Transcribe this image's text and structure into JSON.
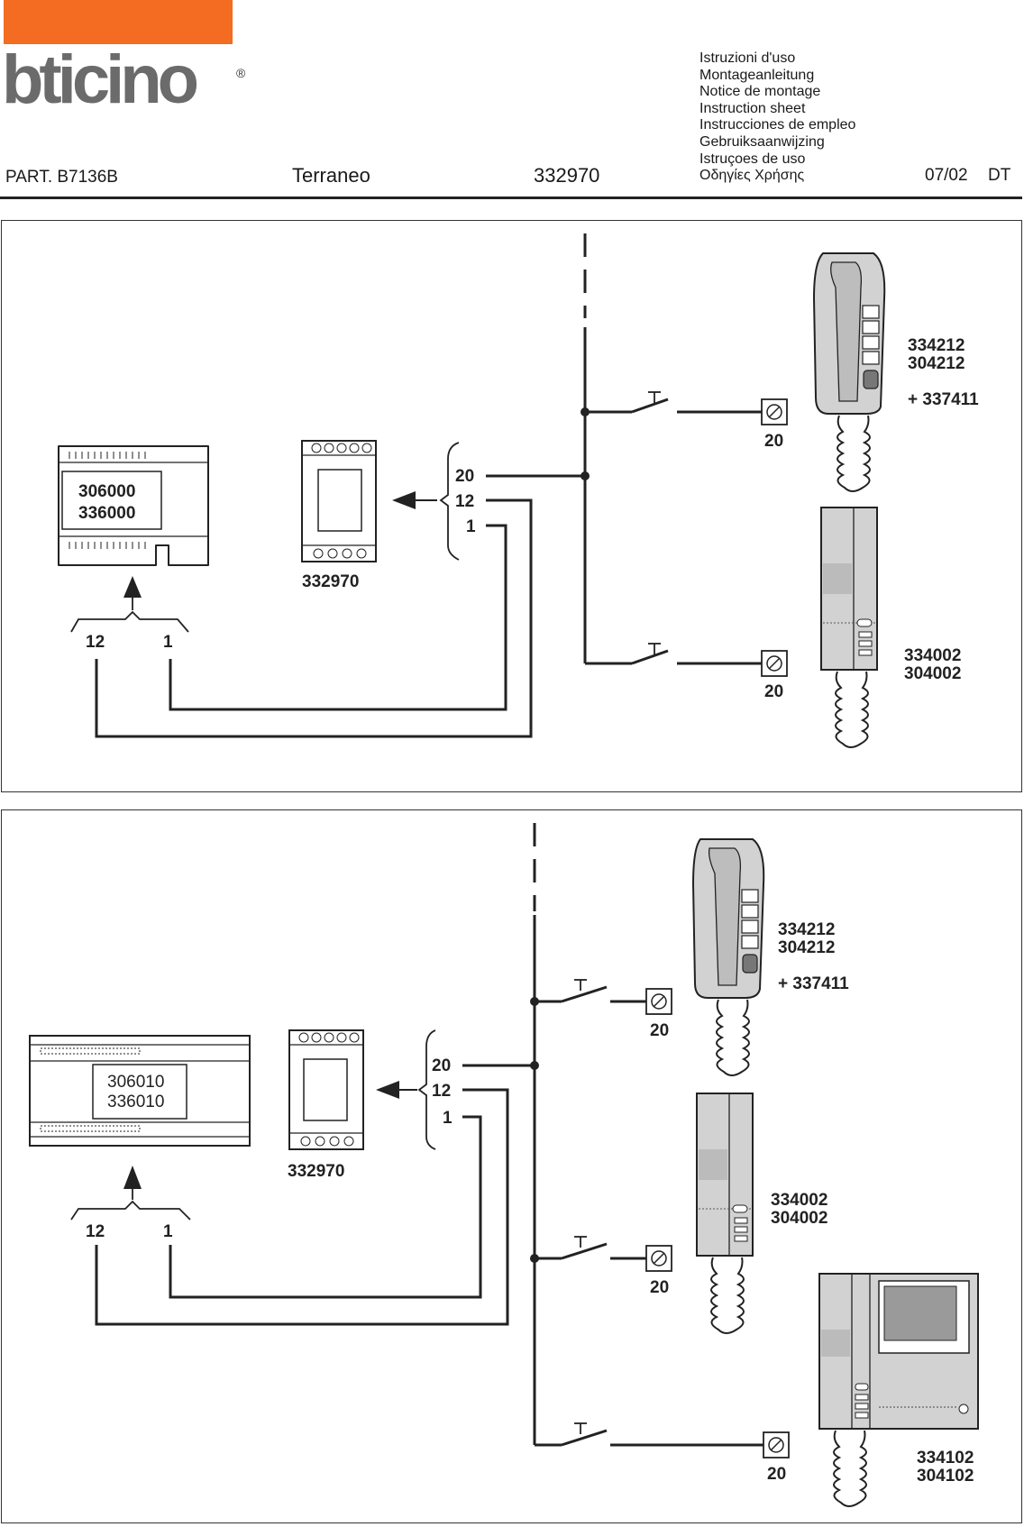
{
  "brand": {
    "name": "bticino",
    "registered": "®",
    "accent": "#f36c21",
    "logo_gray": "#6b6b6b"
  },
  "languages": [
    "Istruzioni d'uso",
    "Montageanleitung",
    "Notice de montage",
    "Instruction sheet",
    "Instrucciones de empleo",
    "Gebruiksaanwijzing",
    "Istruçoes de uso",
    "Οδηγίες Χρήσης"
  ],
  "header": {
    "part": "PART. B7136B",
    "product_name": "Terraneo",
    "product_code": "332970",
    "date": "07/02",
    "dept": "DT"
  },
  "diagram1": {
    "power_supply": [
      "306000",
      "336000"
    ],
    "module": "332970",
    "terminals": [
      "20",
      "12",
      "1"
    ],
    "supply_terminals": [
      "12",
      "1"
    ],
    "handset_top": [
      "334212",
      "304212",
      "+ 337411"
    ],
    "handset_bottom": [
      "334002",
      "304002"
    ],
    "pushbutton_terminal": "20"
  },
  "diagram2": {
    "power_supply": [
      "306010",
      "336010"
    ],
    "module": "332970",
    "terminals": [
      "20",
      "12",
      "1"
    ],
    "supply_terminals": [
      "12",
      "1"
    ],
    "handset_top": [
      "334212",
      "304212",
      "+ 337411"
    ],
    "handset_middle": [
      "334002",
      "304002"
    ],
    "videophone": [
      "334102",
      "304102"
    ],
    "pushbutton_terminal": "20"
  }
}
